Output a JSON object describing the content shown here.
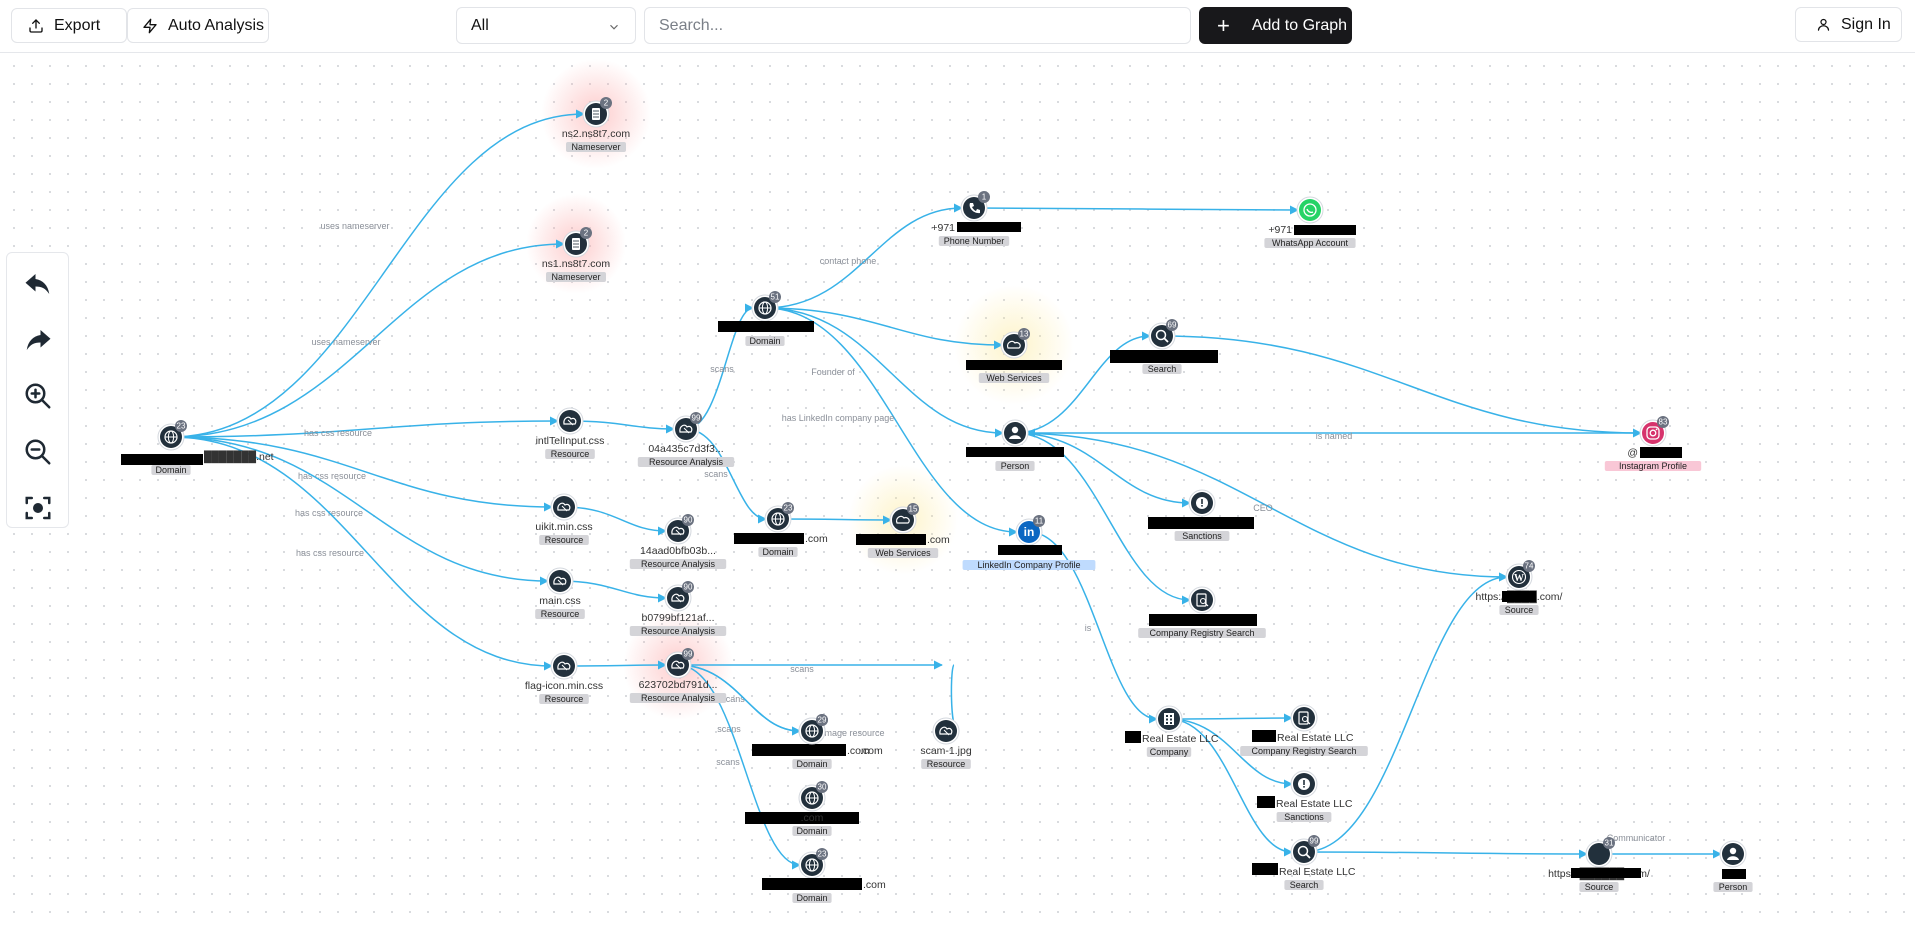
{
  "toolbar": {
    "export_label": "Export",
    "auto_label": "Auto Analysis",
    "type_value": "All",
    "search_placeholder": "Search...",
    "add_label": "Add to Graph",
    "signin_label": "Sign In"
  },
  "colors": {
    "edge": "#38b2e8",
    "node": "#22303c",
    "badge": "#6b7280",
    "tag": "#d4d4d8",
    "whatsapp": "#25d366",
    "instagram": "#d6336c",
    "linkedin": "#0a66c2"
  },
  "nodes": [
    {
      "id": "domain-root",
      "label": "███████.net",
      "type": "Domain",
      "count": "23",
      "icon": "globe-icon"
    },
    {
      "id": "ns2",
      "label": "ns2.ns8t7.com",
      "type": "Nameserver",
      "count": "2",
      "icon": "server-icon"
    },
    {
      "id": "ns1",
      "label": "ns1.ns8t7.com",
      "type": "Nameserver",
      "count": "2",
      "icon": "server-icon"
    },
    {
      "id": "intl",
      "label": "intlTelInput.css",
      "type": "Resource",
      "count": "",
      "icon": "resource-icon"
    },
    {
      "id": "uikit",
      "label": "uikit.min.css",
      "type": "Resource",
      "count": "",
      "icon": "resource-icon"
    },
    {
      "id": "maincss",
      "label": "main.css",
      "type": "Resource",
      "count": "",
      "icon": "resource-icon"
    },
    {
      "id": "flag",
      "label": "flag-icon.min.css",
      "type": "Resource",
      "count": "",
      "icon": "resource-icon"
    },
    {
      "id": "ra1",
      "label": "04a435c7d3f3...",
      "type": "Resource Analysis",
      "count": "99",
      "icon": "resource-icon"
    },
    {
      "id": "ra2",
      "label": "14aad0bfb03b...",
      "type": "Resource Analysis",
      "count": "90",
      "icon": "resource-icon"
    },
    {
      "id": "ra3",
      "label": "b0799bf121af...",
      "type": "Resource Analysis",
      "count": "90",
      "icon": "resource-icon"
    },
    {
      "id": "ra4",
      "label": "623702bd791d...",
      "type": "Resource Analysis",
      "count": "99",
      "icon": "resource-icon"
    },
    {
      "id": "dom51",
      "label": "",
      "type": "Domain",
      "count": "51",
      "icon": "globe-icon"
    },
    {
      "id": "dom23b",
      "label": ".com",
      "type": "Domain",
      "count": "23",
      "icon": "globe-icon"
    },
    {
      "id": "phone",
      "label": "+971",
      "type": "Phone Number",
      "count": "1",
      "icon": "phone-icon"
    },
    {
      "id": "whatsapp",
      "label": "+971",
      "type": "WhatsApp Account",
      "count": "",
      "icon": "whatsapp-icon"
    },
    {
      "id": "ws13",
      "label": "",
      "type": "Web Services",
      "count": "13",
      "icon": "cloud-icon"
    },
    {
      "id": "ws15",
      "label": ".com",
      "type": "Web Services",
      "count": "15",
      "icon": "cloud-icon"
    },
    {
      "id": "person",
      "label": "",
      "type": "Person",
      "count": "",
      "icon": "person-icon"
    },
    {
      "id": "search69",
      "label": "",
      "type": "Search",
      "count": "69",
      "icon": "search-icon"
    },
    {
      "id": "insta",
      "label": "@",
      "type": "Instagram Profile",
      "count": "83",
      "icon": "instagram-icon"
    },
    {
      "id": "sanctions1",
      "label": "",
      "type": "Sanctions",
      "count": "",
      "icon": "alert-icon"
    },
    {
      "id": "crs1",
      "label": "",
      "type": "Company Registry Search",
      "count": "",
      "icon": "registry-icon"
    },
    {
      "id": "linkedin",
      "label": "",
      "type": "LinkedIn Company Profile",
      "count": "11",
      "icon": "linkedin-icon"
    },
    {
      "id": "source74",
      "label": "https://████.com/",
      "type": "Source",
      "count": "74",
      "icon": "wordpress-icon"
    },
    {
      "id": "company",
      "label": "Real Estate LLC",
      "type": "Company",
      "count": "",
      "icon": "building-icon"
    },
    {
      "id": "crs2",
      "label": "Real Estate LLC",
      "type": "Company Registry Search",
      "count": "",
      "icon": "registry-icon"
    },
    {
      "id": "sanctions2",
      "label": "Real Estate LLC",
      "type": "Sanctions",
      "count": "",
      "icon": "alert-icon"
    },
    {
      "id": "search99",
      "label": "Real Estate LLC",
      "type": "Search",
      "count": "99",
      "icon": "search-icon"
    },
    {
      "id": "source31",
      "label": "https://██████.com/",
      "type": "Source",
      "count": "31",
      "icon": "source-icon"
    },
    {
      "id": "person2",
      "label": "",
      "type": "Person",
      "count": "",
      "icon": "person-icon"
    },
    {
      "id": "dom29a",
      "label": ".com",
      "type": "Domain",
      "count": "29",
      "icon": "globe-icon"
    },
    {
      "id": "scamjpg",
      "label": "scam-1.jpg",
      "type": "Resource",
      "count": "",
      "icon": "resource-icon"
    },
    {
      "id": "dom29b",
      "label": ".com",
      "type": "Domain",
      "count": "29",
      "icon": "globe-icon"
    },
    {
      "id": "dom30",
      "label": ".com",
      "type": "Domain",
      "count": "30",
      "icon": "globe-icon"
    },
    {
      "id": "dom23c",
      "label": ".com",
      "type": "Domain",
      "count": "23",
      "icon": "globe-icon"
    }
  ],
  "edge_labels": [
    "uses nameserver",
    "uses nameserver",
    "has css resource",
    "has css resource",
    "has css resource",
    "has css resource",
    "scans",
    "scans",
    "contact phone",
    "Founder of",
    "has LinkedIn company page",
    "is named",
    "CEO",
    "is",
    "scans",
    "scans",
    "scans",
    "scans",
    "has image resource",
    "Communicator"
  ]
}
